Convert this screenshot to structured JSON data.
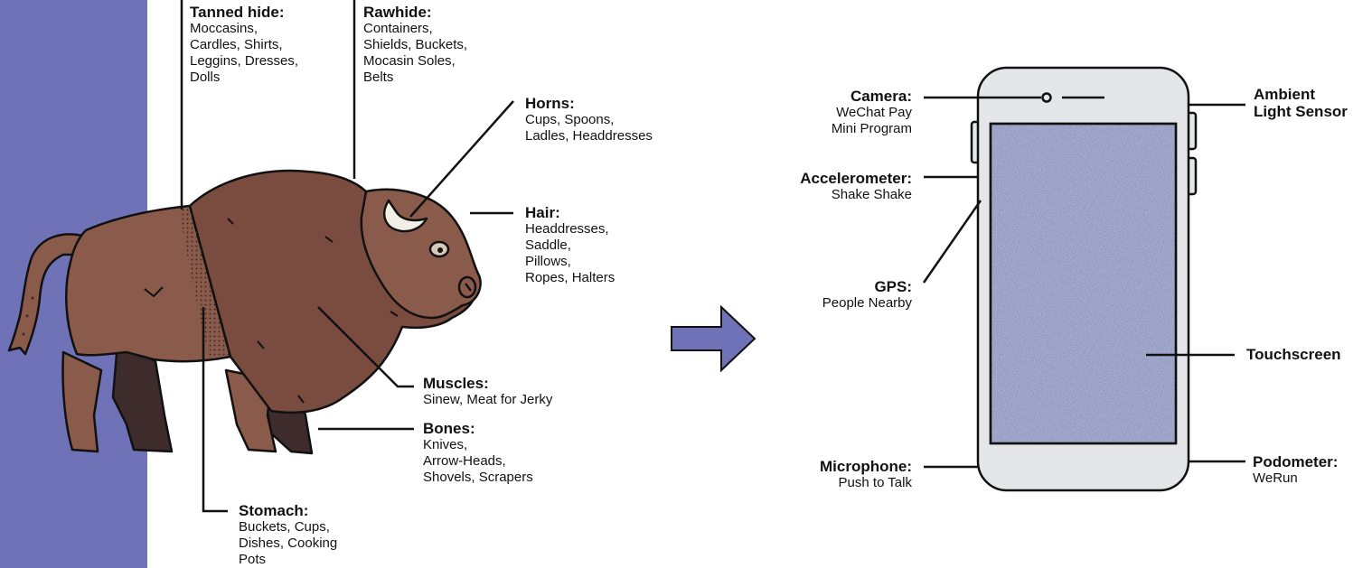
{
  "colors": {
    "panel": "#6f72b6",
    "bison_body": "#8a5a4a",
    "bison_hump": "#7a4b3f",
    "bison_leg": "#3e2b2b",
    "phone_body": "#e4e6ea",
    "screen_noise": "#8a9ca6",
    "arrow": "#6f72b6",
    "line": "#111111"
  },
  "bison": {
    "tanned_hide": {
      "title": "Tanned hide:",
      "desc": "Moccasins,\nCardles, Shirts,\nLeggins, Dresses,\nDolls"
    },
    "rawhide": {
      "title": "Rawhide:",
      "desc": "Containers,\nShields, Buckets,\nMocasin Soles,\nBelts"
    },
    "horns": {
      "title": "Horns:",
      "desc": "Cups, Spoons,\nLadles, Headdresses"
    },
    "hair": {
      "title": "Hair:",
      "desc": "Headdresses,\nSaddle,\nPillows,\nRopes, Halters"
    },
    "muscles": {
      "title": "Muscles:",
      "desc": "Sinew, Meat for Jerky"
    },
    "bones": {
      "title": "Bones:",
      "desc": "Knives,\nArrow-Heads,\nShovels, Scrapers"
    },
    "stomach": {
      "title": "Stomach:",
      "desc": "Buckets, Cups,\nDishes, Cooking\nPots"
    }
  },
  "phone": {
    "camera": {
      "title": "Camera:",
      "desc": "WeChat Pay\nMini Program"
    },
    "accelerometer": {
      "title": "Accelerometer:",
      "desc": "Shake Shake"
    },
    "gps": {
      "title": "GPS:",
      "desc": "People Nearby"
    },
    "microphone": {
      "title": "Microphone:",
      "desc": "Push to Talk"
    },
    "ambient": {
      "title": "Ambient\nLight Sensor"
    },
    "touchscreen": {
      "title": "Touchscreen"
    },
    "podometer": {
      "title": "Podometer:",
      "desc": "WeRun"
    }
  }
}
